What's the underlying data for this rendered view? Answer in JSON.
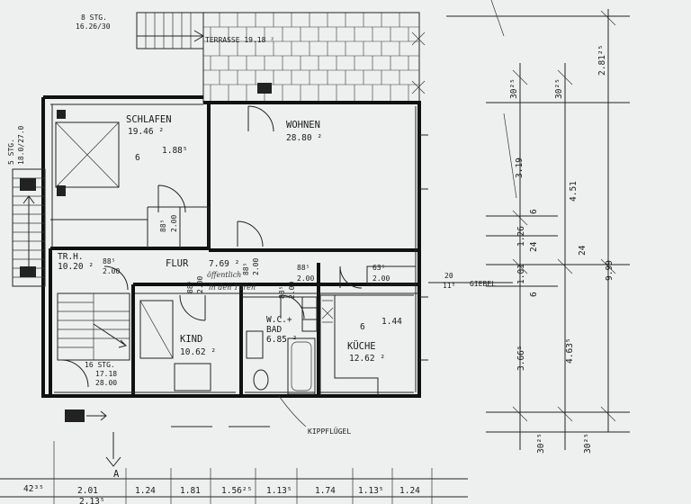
{
  "rooms": {
    "schlafen": {
      "name": "SCHLAFEN",
      "area": "19.46 ²",
      "dim": "1.88⁵"
    },
    "wohnen": {
      "name": "WOHNEN",
      "area": "28.80 ²"
    },
    "flur": {
      "name": "FLUR",
      "area": "7.69 ²"
    },
    "kind": {
      "name": "KIND",
      "area": "10.62 ²"
    },
    "bad": {
      "name_line1": "W.C.+",
      "name_line2": "BAD",
      "area": "6.85 ²"
    },
    "kueche": {
      "name": "KÜCHE",
      "area": "12.62 ²",
      "dim": "1.44"
    },
    "terrasse": {
      "name": "TERRASSE 19.18 ²"
    },
    "treppenhaus": {
      "name": "TR.H.",
      "area": "10.20 ²"
    }
  },
  "stair_notes": {
    "top": {
      "line1": "8 STG.",
      "line2": "16.26/30"
    },
    "left": {
      "line1": "5 STG.",
      "line2": "18.0/27.0"
    },
    "bottom": {
      "line1": "16 STG.",
      "line2": "17.18",
      "line3": "28.00"
    }
  },
  "openings": {
    "o1": {
      "top": "88⁵",
      "bottom": "2.00"
    },
    "o2": {
      "top": "88⁵",
      "bottom": "2.00"
    },
    "o3": {
      "top": "88⁵",
      "bottom": "2.00"
    },
    "o4": {
      "top": "88⁵",
      "bottom": "2.00"
    },
    "o5": {
      "top": "88⁵",
      "bottom": "2.00"
    },
    "o6": {
      "top": "63⁵",
      "bottom": "2.00"
    },
    "o7": {
      "top": "88⁵",
      "bottom": "2.00"
    }
  },
  "annotations": {
    "flur_note1": "öffentlich",
    "flur_note2": "in den Türen",
    "kippfluegel": "KIPPFLÜGEL",
    "giebel": "GIEBEL",
    "giebel_dim_top": "20",
    "giebel_dim_bottom": "11⁵",
    "section_marker": "A",
    "left_dim": "42³⁵"
  },
  "right_dims": {
    "d1": "30²⁵",
    "d2": "30²⁵",
    "d3": "2.81²⁵",
    "d4": "3.19",
    "d5": "6",
    "d6": "4.51",
    "d7": "1.26",
    "d8": "24",
    "d9": "24",
    "d10": "1.01",
    "d11": "6",
    "d12": "9.99",
    "d13": "3.66⁵",
    "d14": "4.63⁵",
    "d15": "30²⁵",
    "d16": "30²⁵"
  },
  "bottom_dims_row1": [
    "2.01",
    "1.24",
    "1.81",
    "1.56²⁵",
    "1.13⁵",
    "1.74",
    "1.13⁵",
    "1.24"
  ],
  "bottom_dims_row2": [
    "2.13⁵"
  ]
}
